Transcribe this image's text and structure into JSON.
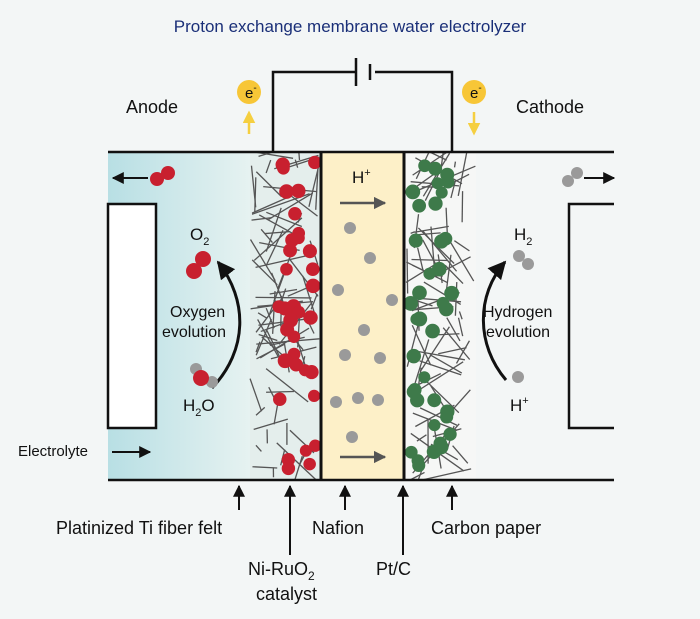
{
  "title": "Proton exchange membrane water electrolyzer",
  "electrodes": {
    "anode": "Anode",
    "cathode": "Cathode"
  },
  "electron": {
    "base": "e",
    "sup": "-"
  },
  "proton": {
    "base": "H",
    "sup": "+"
  },
  "anode_side": {
    "o2": {
      "base": "O",
      "sub": "2"
    },
    "h2o": {
      "pre": "H",
      "sub": "2",
      "post": "O"
    },
    "reaction_line1": "Oxygen",
    "reaction_line2": "evolution",
    "electrolyte": "Electrolyte"
  },
  "cathode_side": {
    "h2": {
      "base": "H",
      "sub": "2"
    },
    "hplus": {
      "base": "H",
      "sup": "+"
    },
    "reaction_line1": "Hydrogen",
    "reaction_line2": "evolution"
  },
  "bottom_labels": {
    "ti_felt": "Platinized Ti fiber felt",
    "catalyst_line1": {
      "pre": "Ni-RuO",
      "sub": "2"
    },
    "catalyst_line2": "catalyst",
    "nafion": "Nafion",
    "ptc": "Pt/C",
    "carbon_paper": "Carbon paper"
  },
  "colors": {
    "title": "#1a2f78",
    "anode_fill": "#c6e4e8",
    "membrane_fill": "#fdf0c8",
    "anode_particle": "#c8202f",
    "cathode_particle": "#3e7a4a",
    "proton_dot": "#9a9a9a",
    "electron_badge": "#f7c637",
    "electron_arrow": "#f5cf40",
    "fiber": "#555555"
  }
}
